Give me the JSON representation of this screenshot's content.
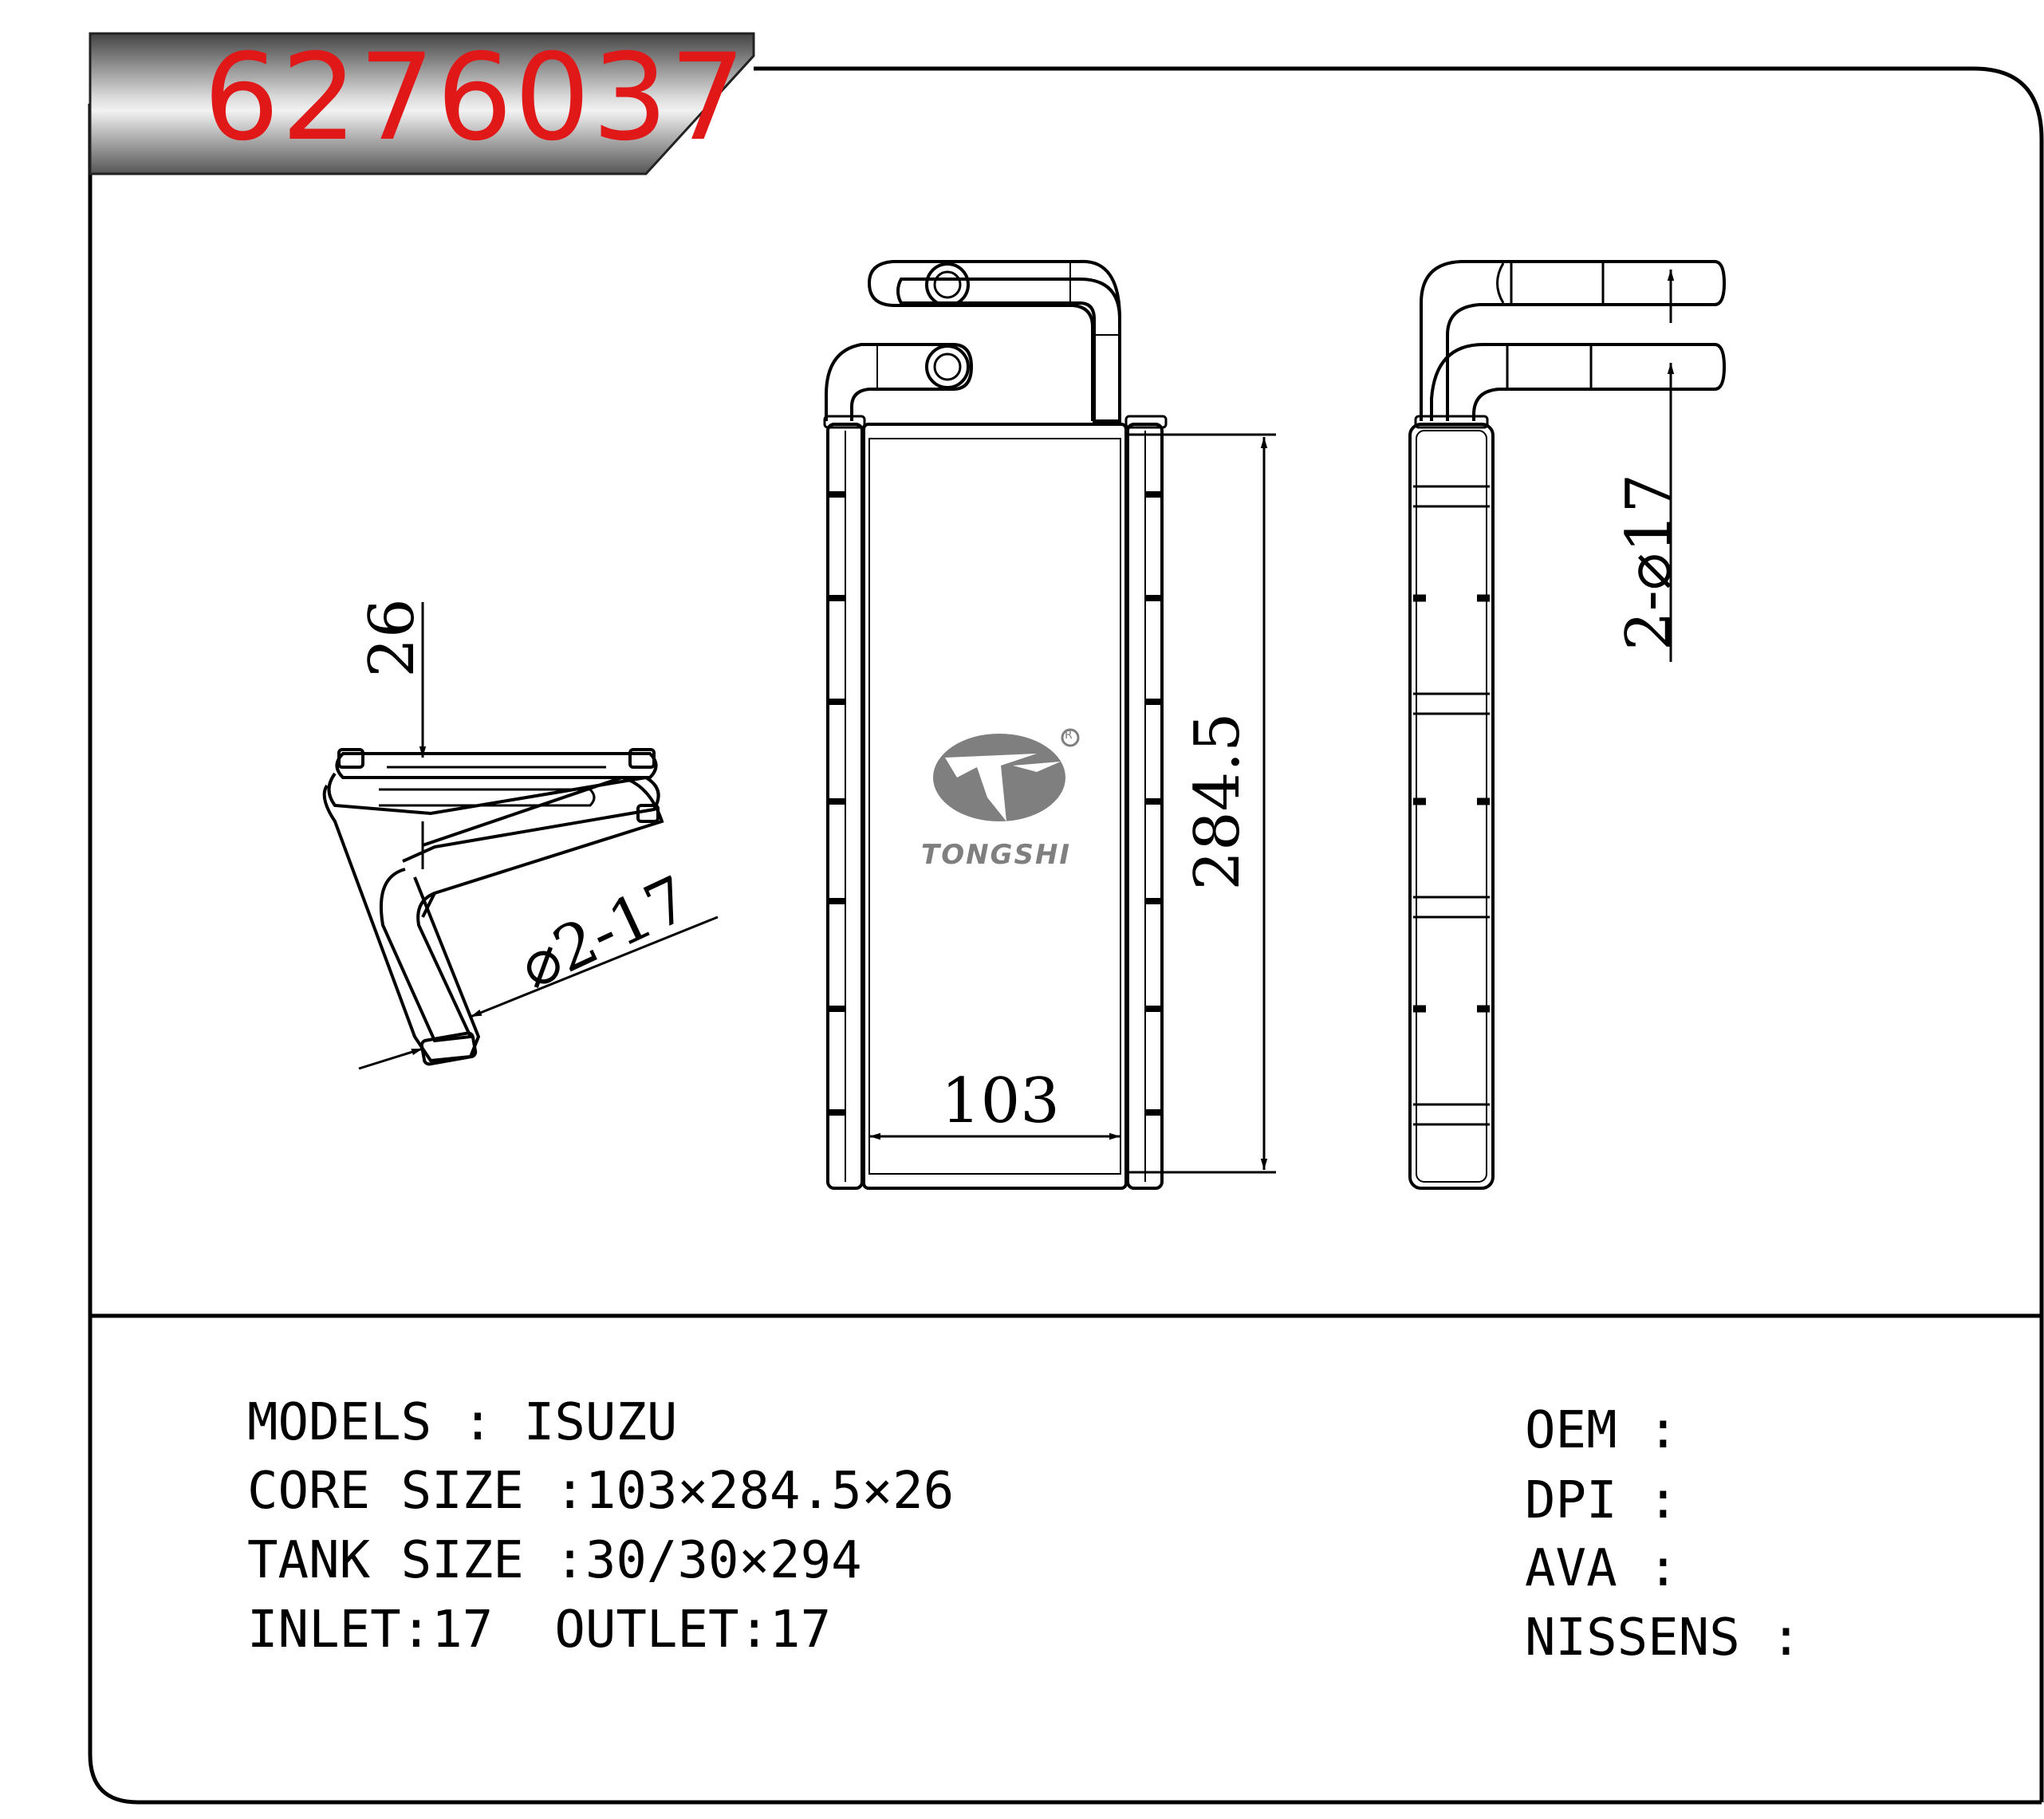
{
  "part_number": "6276037",
  "brand": {
    "logo_text": "TONGSHI",
    "registered_mark": "R"
  },
  "dimensions": {
    "core_width": "103",
    "core_height": "284.5",
    "core_thickness": "26",
    "pipe_side_label": "2-⌀17",
    "pipe_iso_label": "⌀2-17"
  },
  "specs_left": [
    {
      "text": "MODELS : ISUZU"
    },
    {
      "text": "CORE SIZE :103×284.5×26"
    },
    {
      "text": "TANK SIZE :30/30×294"
    },
    {
      "text": "INLET:17  OUTLET:17"
    }
  ],
  "specs_right": [
    {
      "text": "OEM :"
    },
    {
      "text": "DPI :"
    },
    {
      "text": "AVA :"
    },
    {
      "text": "NISSENS :"
    }
  ],
  "colors": {
    "title": "#e01818",
    "line": "#000000",
    "logo": "#7f7f7f"
  }
}
